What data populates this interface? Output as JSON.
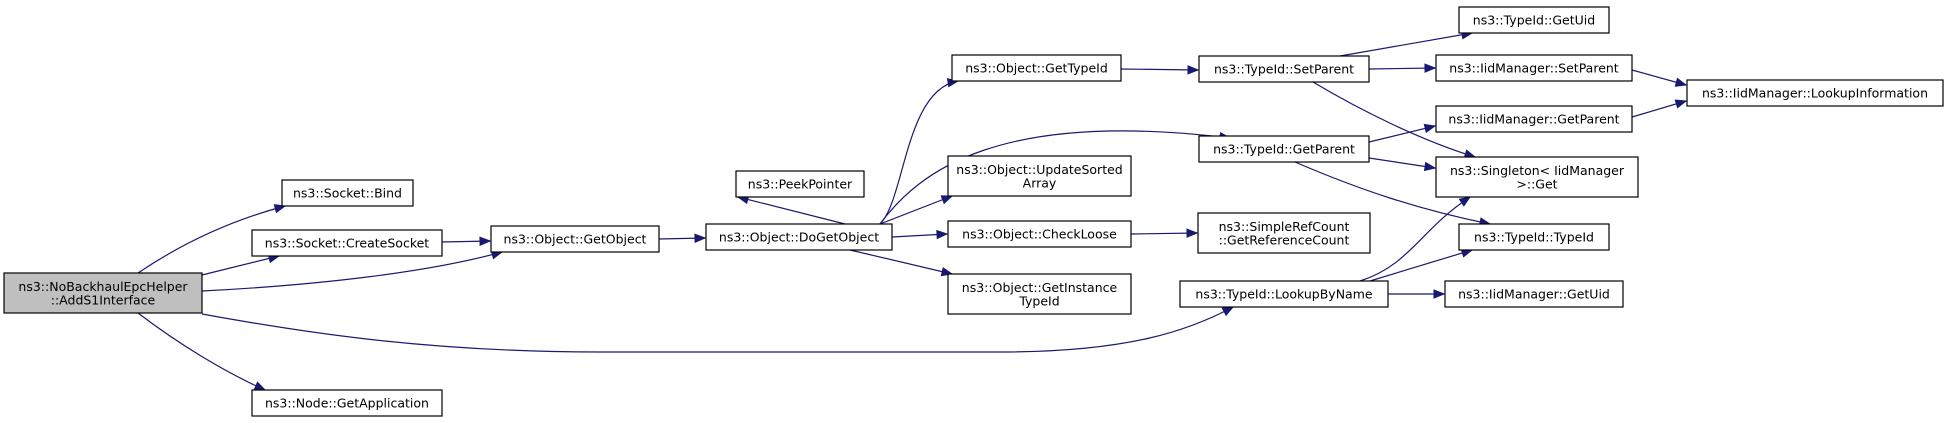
{
  "graph": {
    "nodes": [
      {
        "id": "root",
        "lines": [
          "ns3::NoBackhaulEpcHelper",
          "::AddS1Interface"
        ],
        "root": true
      },
      {
        "id": "bind",
        "lines": [
          "ns3::Socket::Bind"
        ]
      },
      {
        "id": "createsocket",
        "lines": [
          "ns3::Socket::CreateSocket"
        ]
      },
      {
        "id": "getobject",
        "lines": [
          "ns3::Object::GetObject"
        ]
      },
      {
        "id": "getapplication",
        "lines": [
          "ns3::Node::GetApplication"
        ]
      },
      {
        "id": "peekpointer",
        "lines": [
          "ns3::PeekPointer"
        ]
      },
      {
        "id": "dogetobject",
        "lines": [
          "ns3::Object::DoGetObject"
        ]
      },
      {
        "id": "gettypeid",
        "lines": [
          "ns3::Object::GetTypeId"
        ]
      },
      {
        "id": "updatesorted",
        "lines": [
          "ns3::Object::UpdateSorted",
          "Array"
        ]
      },
      {
        "id": "checkloose",
        "lines": [
          "ns3::Object::CheckLoose"
        ]
      },
      {
        "id": "getinstance",
        "lines": [
          "ns3::Object::GetInstance",
          "TypeId"
        ]
      },
      {
        "id": "lookupbyname",
        "lines": [
          "ns3::TypeId::LookupByName"
        ]
      },
      {
        "id": "setparent",
        "lines": [
          "ns3::TypeId::SetParent"
        ]
      },
      {
        "id": "getparent",
        "lines": [
          "ns3::TypeId::GetParent"
        ]
      },
      {
        "id": "simplerefcount",
        "lines": [
          "ns3::SimpleRefCount",
          "::GetReferenceCount"
        ]
      },
      {
        "id": "getuid",
        "lines": [
          "ns3::TypeId::GetUid"
        ]
      },
      {
        "id": "iid_setparent",
        "lines": [
          "ns3::IidManager::SetParent"
        ]
      },
      {
        "id": "iid_getparent",
        "lines": [
          "ns3::IidManager::GetParent"
        ]
      },
      {
        "id": "singleton",
        "lines": [
          "ns3::Singleton< IidManager",
          ">::Get"
        ]
      },
      {
        "id": "typeid_ctor",
        "lines": [
          "ns3::TypeId::TypeId"
        ]
      },
      {
        "id": "iid_getuid",
        "lines": [
          "ns3::IidManager::GetUid"
        ]
      },
      {
        "id": "iid_lookupinfo",
        "lines": [
          "ns3::IidManager::LookupInformation"
        ]
      }
    ],
    "edges": [
      [
        "root",
        "bind"
      ],
      [
        "root",
        "createsocket"
      ],
      [
        "root",
        "getobject"
      ],
      [
        "root",
        "getapplication"
      ],
      [
        "root",
        "lookupbyname"
      ],
      [
        "createsocket",
        "getobject"
      ],
      [
        "getobject",
        "dogetobject"
      ],
      [
        "dogetobject",
        "peekpointer"
      ],
      [
        "dogetobject",
        "gettypeid"
      ],
      [
        "dogetobject",
        "getparent"
      ],
      [
        "dogetobject",
        "updatesorted"
      ],
      [
        "dogetobject",
        "checkloose"
      ],
      [
        "dogetobject",
        "getinstance"
      ],
      [
        "gettypeid",
        "setparent"
      ],
      [
        "checkloose",
        "simplerefcount"
      ],
      [
        "setparent",
        "getuid"
      ],
      [
        "setparent",
        "iid_setparent"
      ],
      [
        "setparent",
        "singleton"
      ],
      [
        "getparent",
        "iid_getparent"
      ],
      [
        "getparent",
        "singleton"
      ],
      [
        "getparent",
        "typeid_ctor"
      ],
      [
        "lookupbyname",
        "singleton"
      ],
      [
        "lookupbyname",
        "typeid_ctor"
      ],
      [
        "lookupbyname",
        "iid_getuid"
      ],
      [
        "iid_setparent",
        "iid_lookupinfo"
      ],
      [
        "iid_getparent",
        "iid_lookupinfo"
      ]
    ]
  }
}
